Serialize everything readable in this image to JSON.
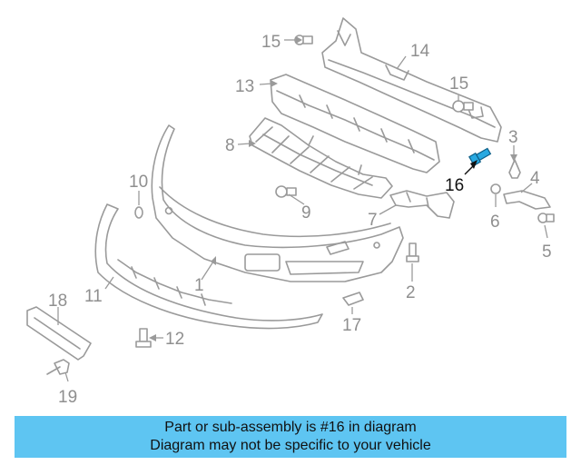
{
  "callouts": {
    "c1": "1",
    "c2": "2",
    "c3": "3",
    "c4": "4",
    "c5": "5",
    "c6": "6",
    "c7": "7",
    "c8": "8",
    "c9": "9",
    "c10": "10",
    "c11": "11",
    "c12": "12",
    "c13": "13",
    "c14": "14",
    "c15a": "15",
    "c15b": "15",
    "c16": "16",
    "c17": "17",
    "c18": "18",
    "c19": "19"
  },
  "highlight": {
    "part_number": "16",
    "color": "#29a9e1"
  },
  "banner": {
    "line1": "Part or sub-assembly is #16 in diagram",
    "line2": "Diagram may not be specific to your vehicle",
    "background": "#5ec5f2"
  }
}
